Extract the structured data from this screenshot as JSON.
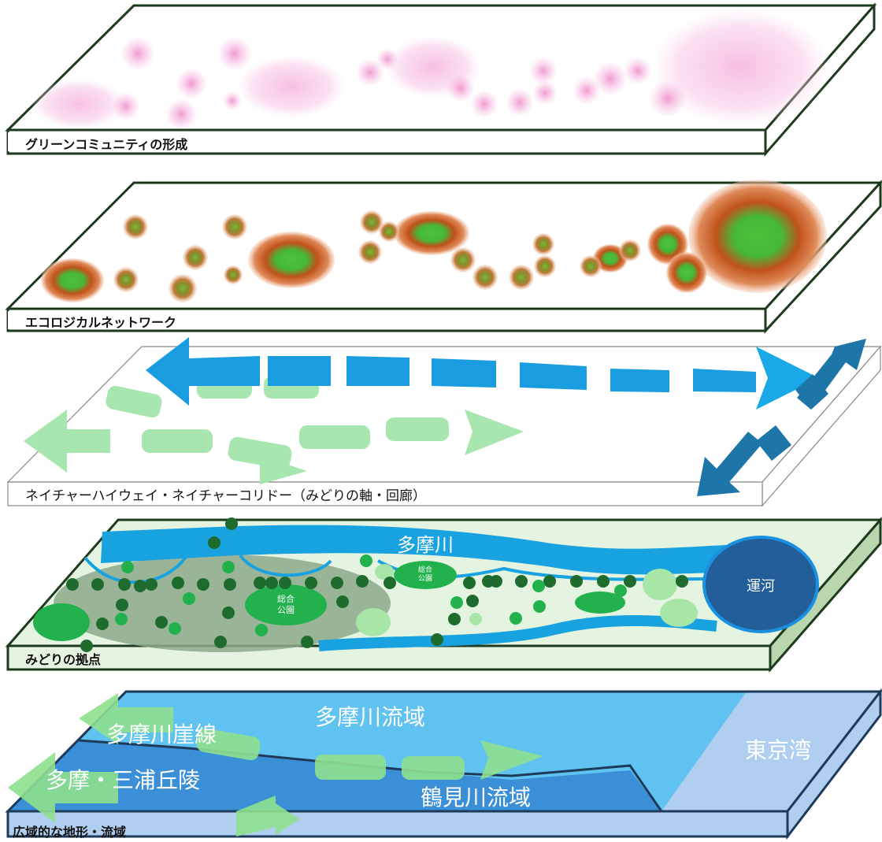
{
  "layers": {
    "community": {
      "title": "グリーンコミュニティの形成"
    },
    "network": {
      "title": "エコロジカルネットワーク"
    },
    "highway": {
      "title": "ネイチャーハイウェイ・ネイチャーコリドー（みどりの軸・回廊）"
    },
    "hubs": {
      "title": "みどりの拠点",
      "river_label": "多摩川",
      "canal_label": "運河",
      "park_label_1": "総合\n公園",
      "park_label_2": "総合\n公園"
    },
    "terrain": {
      "title": "広域的な地形・流域",
      "tama_basin": "多摩川流域",
      "cliff_line": "多摩川崖線",
      "hills": "多摩・三浦丘陵",
      "tsurumi_basin": "鶴見川流域",
      "tokyo_bay": "東京湾"
    }
  },
  "colors": {
    "slab_border": "#1e3a1e",
    "river": "#19a2e0",
    "canal": "#235d9a",
    "dark_green": "#1e6b2e",
    "bright_green": "#22b14c",
    "light_green": "#a8e6a8",
    "pink": "#f6b4de",
    "terrain_light": "#5fc2f0",
    "terrain_mid": "#3a8fd6",
    "bay": "#b0cff0"
  }
}
